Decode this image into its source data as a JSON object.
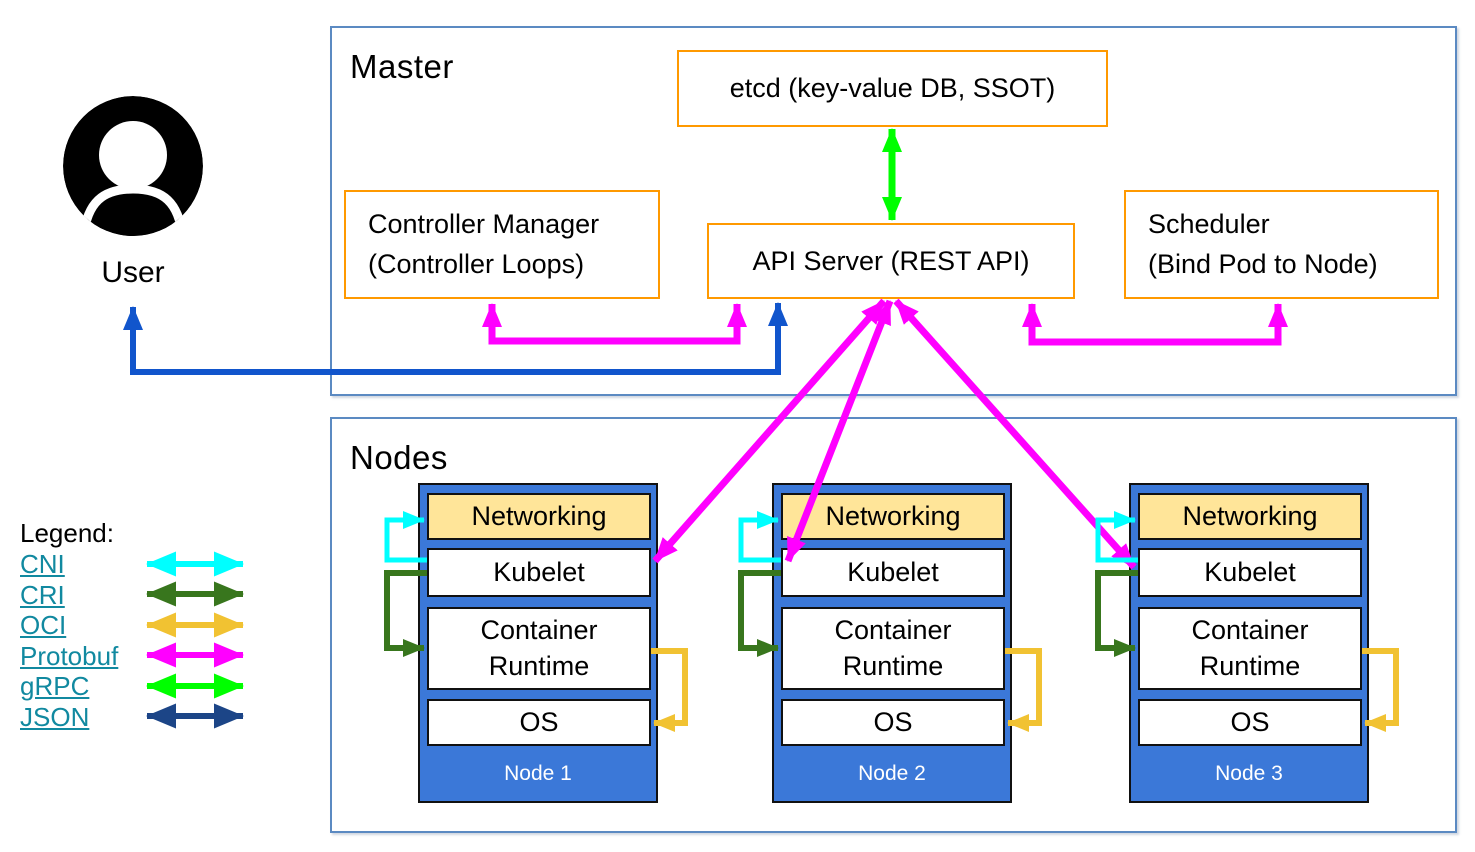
{
  "master": {
    "title": "Master",
    "etcd_label": "etcd (key-value DB, SSOT)",
    "controller_manager_line1": "Controller Manager",
    "controller_manager_line2": "(Controller Loops)",
    "api_server_label": "API Server (REST API)",
    "scheduler_line1": "Scheduler",
    "scheduler_line2": "(Bind Pod to Node)"
  },
  "user": {
    "label": "User"
  },
  "nodes": {
    "title": "Nodes",
    "layer_networking": "Networking",
    "layer_kubelet": "Kubelet",
    "layer_container_runtime": "Container Runtime",
    "layer_os": "OS",
    "node_labels": [
      "Node 1",
      "Node 2",
      "Node 3"
    ]
  },
  "legend": {
    "title": "Legend:",
    "items": [
      {
        "label": "CNI",
        "color": "#00ffff"
      },
      {
        "label": "CRI",
        "color": "#38761d"
      },
      {
        "label": "OCI",
        "color": "#f1c232"
      },
      {
        "label": "Protobuf",
        "color": "#ff00ff"
      },
      {
        "label": "gRPC",
        "color": "#00ff00"
      },
      {
        "label": "JSON",
        "color": "#1c4587"
      }
    ]
  },
  "colors": {
    "node_fill": "#3b78d8",
    "networking_fill": "#ffe599",
    "component_border_orange": "#ff9900",
    "section_border_blue": "#5b8ac2",
    "legend_link_teal": "#1189a0",
    "user_arrow_blue": "#1155cc"
  }
}
